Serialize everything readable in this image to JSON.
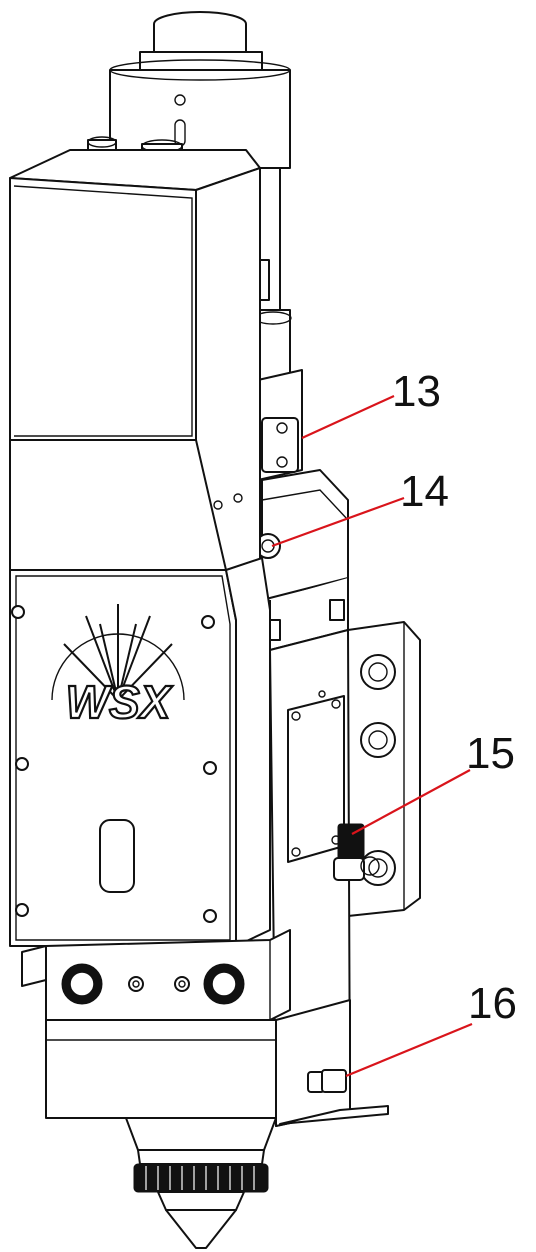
{
  "diagram": {
    "brand_logo_text": "WSX",
    "callouts": [
      {
        "id": "13",
        "label": "13"
      },
      {
        "id": "14",
        "label": "14"
      },
      {
        "id": "15",
        "label": "15"
      },
      {
        "id": "16",
        "label": "16"
      }
    ]
  }
}
